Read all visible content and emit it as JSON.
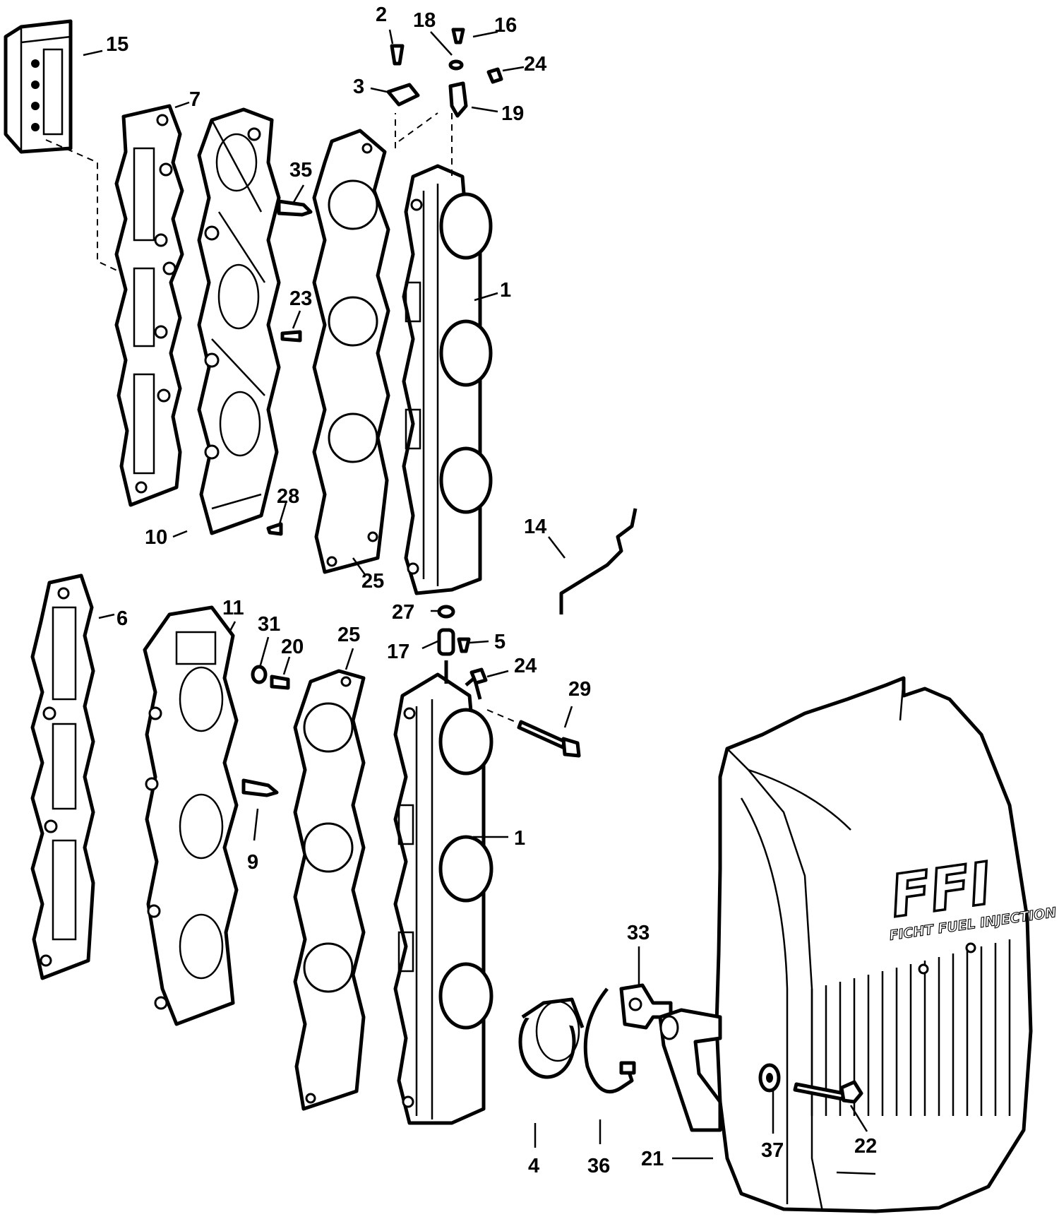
{
  "diagram": {
    "callouts": [
      {
        "id": "c15",
        "text": "15"
      },
      {
        "id": "c7",
        "text": "7"
      },
      {
        "id": "c2",
        "text": "2"
      },
      {
        "id": "c18",
        "text": "18"
      },
      {
        "id": "c16",
        "text": "16"
      },
      {
        "id": "c24a",
        "text": "24"
      },
      {
        "id": "c3",
        "text": "3"
      },
      {
        "id": "c19",
        "text": "19"
      },
      {
        "id": "c35",
        "text": "35"
      },
      {
        "id": "c1a",
        "text": "1"
      },
      {
        "id": "c23",
        "text": "23"
      },
      {
        "id": "c28",
        "text": "28"
      },
      {
        "id": "c10",
        "text": "10"
      },
      {
        "id": "c14",
        "text": "14"
      },
      {
        "id": "c25a",
        "text": "25"
      },
      {
        "id": "c27",
        "text": "27"
      },
      {
        "id": "c6",
        "text": "6"
      },
      {
        "id": "c11",
        "text": "11"
      },
      {
        "id": "c31",
        "text": "31"
      },
      {
        "id": "c20",
        "text": "20"
      },
      {
        "id": "c25b",
        "text": "25"
      },
      {
        "id": "c5",
        "text": "5"
      },
      {
        "id": "c17",
        "text": "17"
      },
      {
        "id": "c24b",
        "text": "24"
      },
      {
        "id": "c29",
        "text": "29"
      },
      {
        "id": "c9",
        "text": "9"
      },
      {
        "id": "c1b",
        "text": "1"
      },
      {
        "id": "c33",
        "text": "33"
      },
      {
        "id": "c4",
        "text": "4"
      },
      {
        "id": "c36",
        "text": "36"
      },
      {
        "id": "c21",
        "text": "21"
      },
      {
        "id": "c37",
        "text": "37"
      },
      {
        "id": "c22",
        "text": "22"
      }
    ],
    "cover_brand": "FFI",
    "cover_brand_subtitle": "FICHT FUEL INJECTION"
  }
}
